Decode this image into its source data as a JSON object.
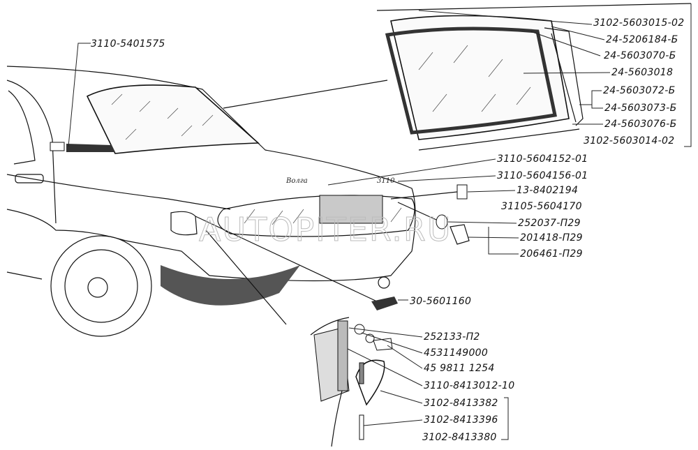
{
  "watermark": "AUTOPITER.RU",
  "emblems": {
    "brand": "Волга",
    "model": "3110"
  },
  "labels": {
    "side_badge": "3110-5401575",
    "rear_window_group": [
      "3102-5603015-02",
      "24-5206184-Б",
      "24-5603070-Б",
      "24-5603018",
      "24-5603072-Б",
      "24-5603073-Б",
      "24-5603076-Б",
      "3102-5603014-02"
    ],
    "trunk_group": [
      "3110-5604152-01",
      "3110-5604156-01",
      "13-8402194",
      "31105-5604170",
      "252037-П29",
      "201418-П29",
      "206461-П29"
    ],
    "fuel_door_group": [
      "30-5601160",
      "252133-П2",
      "4531149000",
      "45 9811 1254",
      "3110-8413012-10",
      "3102-8413382",
      "3102-8413396",
      "3102-8413380"
    ]
  }
}
